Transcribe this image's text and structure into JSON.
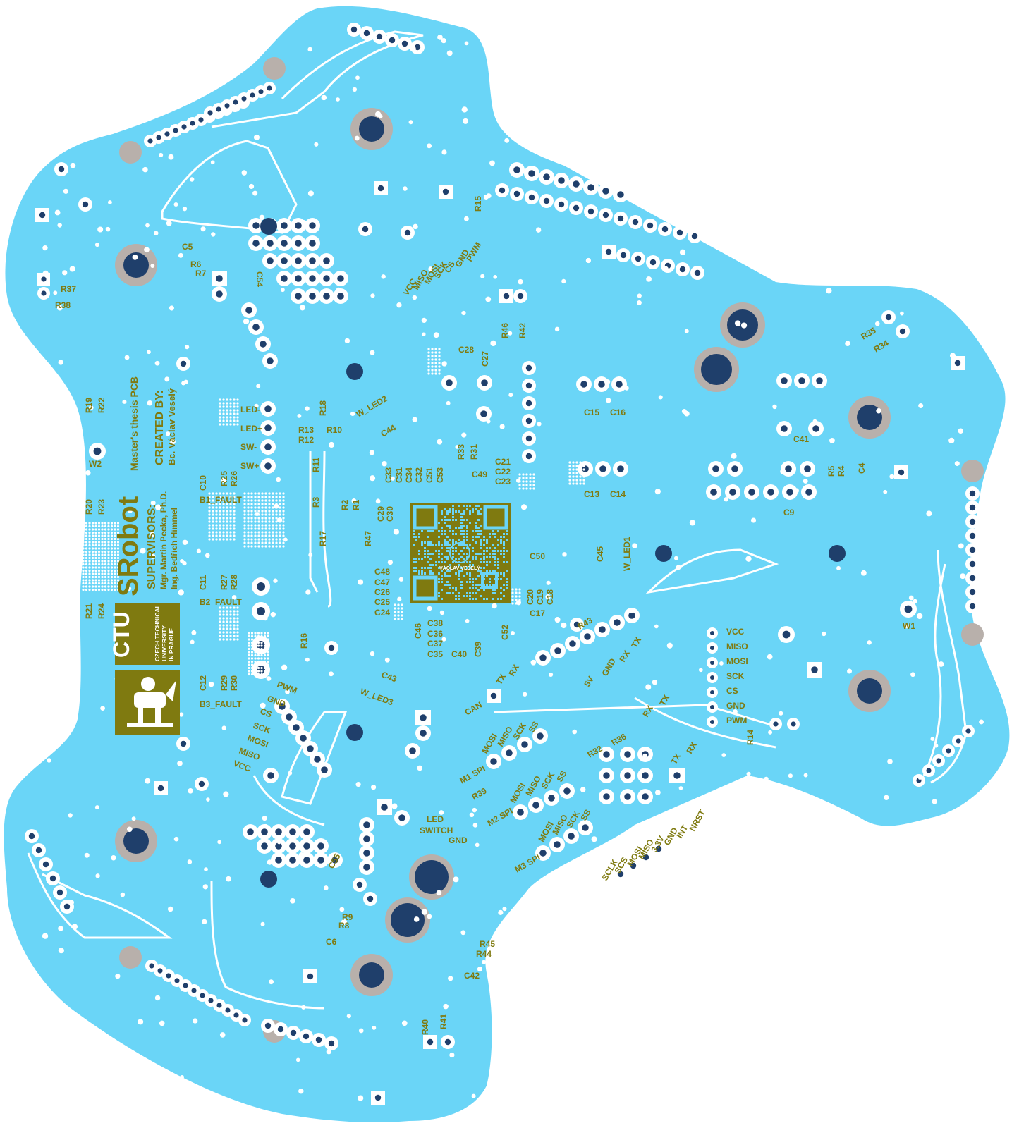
{
  "colors": {
    "board": "#6ad5f7",
    "silkscreen": "#7f7a10",
    "pad": "#1f3f6b",
    "via": "#ffffff",
    "mounting_ring": "#b8b0ab",
    "trace": "#ffffff"
  },
  "branding": {
    "title": "SRobot",
    "subtitle": "Master's thesis PCB",
    "supervisors_heading": "SUPERVISORS:",
    "supervisor_1": "Mgr. Martin Pecka, Ph.D.",
    "supervisor_2": "Ing. Bedřich Himmel",
    "created_heading": "CREATED BY:",
    "author": "Bc. Václav Veselý",
    "logo_text": "CTU",
    "university_line_1": "CZECH TECHNICAL",
    "university_line_2": "UNIVERSITY",
    "university_line_3": "IN PRAGUE",
    "qr_caption": "VÁCLAV VESELÝ"
  },
  "labels": [
    {
      "text": "C5"
    },
    {
      "text": "R6"
    },
    {
      "text": "R7"
    },
    {
      "text": "R37"
    },
    {
      "text": "R38"
    },
    {
      "text": "R19"
    },
    {
      "text": "R22"
    },
    {
      "text": "W2"
    },
    {
      "text": "R20"
    },
    {
      "text": "R23"
    },
    {
      "text": "R21"
    },
    {
      "text": "R24"
    },
    {
      "text": "C10"
    },
    {
      "text": "R25"
    },
    {
      "text": "R26"
    },
    {
      "text": "B1_FAULT"
    },
    {
      "text": "C11"
    },
    {
      "text": "R27"
    },
    {
      "text": "R28"
    },
    {
      "text": "B2_FAULT"
    },
    {
      "text": "C12"
    },
    {
      "text": "R29"
    },
    {
      "text": "R30"
    },
    {
      "text": "B3_FAULT"
    },
    {
      "text": "LED-"
    },
    {
      "text": "LED+"
    },
    {
      "text": "SW-"
    },
    {
      "text": "SW+"
    },
    {
      "text": "R13"
    },
    {
      "text": "R10"
    },
    {
      "text": "R12"
    },
    {
      "text": "R18"
    },
    {
      "text": "R11"
    },
    {
      "text": "R3"
    },
    {
      "text": "R17"
    },
    {
      "text": "R16"
    },
    {
      "text": "R2"
    },
    {
      "text": "R1"
    },
    {
      "text": "R47"
    },
    {
      "text": "C54"
    },
    {
      "text": "W_LED2"
    },
    {
      "text": "C44"
    },
    {
      "text": "C33"
    },
    {
      "text": "C31"
    },
    {
      "text": "C34"
    },
    {
      "text": "C32"
    },
    {
      "text": "C51"
    },
    {
      "text": "C53"
    },
    {
      "text": "C29"
    },
    {
      "text": "C30"
    },
    {
      "text": "C48"
    },
    {
      "text": "C47"
    },
    {
      "text": "C26"
    },
    {
      "text": "C25"
    },
    {
      "text": "C24"
    },
    {
      "text": "C28"
    },
    {
      "text": "C27"
    },
    {
      "text": "R33"
    },
    {
      "text": "R31"
    },
    {
      "text": "C49"
    },
    {
      "text": "C21"
    },
    {
      "text": "C22"
    },
    {
      "text": "C23"
    },
    {
      "text": "R46"
    },
    {
      "text": "R42"
    },
    {
      "text": "R15"
    },
    {
      "text": "C50"
    },
    {
      "text": "C20"
    },
    {
      "text": "C19"
    },
    {
      "text": "C18"
    },
    {
      "text": "C17"
    },
    {
      "text": "C46"
    },
    {
      "text": "C38"
    },
    {
      "text": "C36"
    },
    {
      "text": "C37"
    },
    {
      "text": "C35"
    },
    {
      "text": "C40"
    },
    {
      "text": "C39"
    },
    {
      "text": "C52"
    },
    {
      "text": "C43"
    },
    {
      "text": "W_LED3"
    },
    {
      "text": "CAN"
    },
    {
      "text": "C15"
    },
    {
      "text": "C16"
    },
    {
      "text": "C13"
    },
    {
      "text": "C14"
    },
    {
      "text": "C45"
    },
    {
      "text": "W_LED1"
    },
    {
      "text": "C41"
    },
    {
      "text": "R5"
    },
    {
      "text": "R4"
    },
    {
      "text": "C4"
    },
    {
      "text": "C9"
    },
    {
      "text": "R35"
    },
    {
      "text": "R34"
    },
    {
      "text": "W1"
    },
    {
      "text": "R43"
    },
    {
      "text": "R14"
    },
    {
      "text": "R32"
    },
    {
      "text": "R36"
    },
    {
      "text": "R39"
    },
    {
      "text": "M1 SPI"
    },
    {
      "text": "M2 SPI"
    },
    {
      "text": "M3 SPI"
    },
    {
      "text": "LED"
    },
    {
      "text": "SWITCH"
    },
    {
      "text": "GND"
    },
    {
      "text": "C55"
    },
    {
      "text": "R9"
    },
    {
      "text": "R8"
    },
    {
      "text": "C6"
    },
    {
      "text": "R45"
    },
    {
      "text": "R44"
    },
    {
      "text": "C42"
    },
    {
      "text": "R40"
    },
    {
      "text": "R41"
    }
  ],
  "pin_labels_top": [
    "VCC",
    "MISO",
    "MOSI",
    "SCK",
    "CS",
    "GND",
    "PWM"
  ],
  "pin_labels_right": [
    "VCC",
    "MISO",
    "MOSI",
    "SCK",
    "CS",
    "GND",
    "PWM"
  ],
  "pin_labels_left": [
    "PWM",
    "GND",
    "CS",
    "SCK",
    "MOSI",
    "MISO",
    "VCC"
  ],
  "uart_labels": [
    "TX",
    "RX",
    "5V",
    "GND",
    "RX",
    "TX",
    "RX",
    "TX",
    "TX",
    "RX"
  ],
  "spi_m1": [
    "MOSI",
    "MISO",
    "SCK",
    "SS"
  ],
  "spi_m2": [
    "MOSI",
    "MISO",
    "SCK",
    "SS"
  ],
  "spi_m3": [
    "MOSI",
    "MISO",
    "SCK",
    "SS"
  ],
  "swd_labels": [
    "SCLK",
    "SCS",
    "MOSI",
    "MISO",
    "3.3V",
    "GND",
    "INT",
    "NRST"
  ]
}
